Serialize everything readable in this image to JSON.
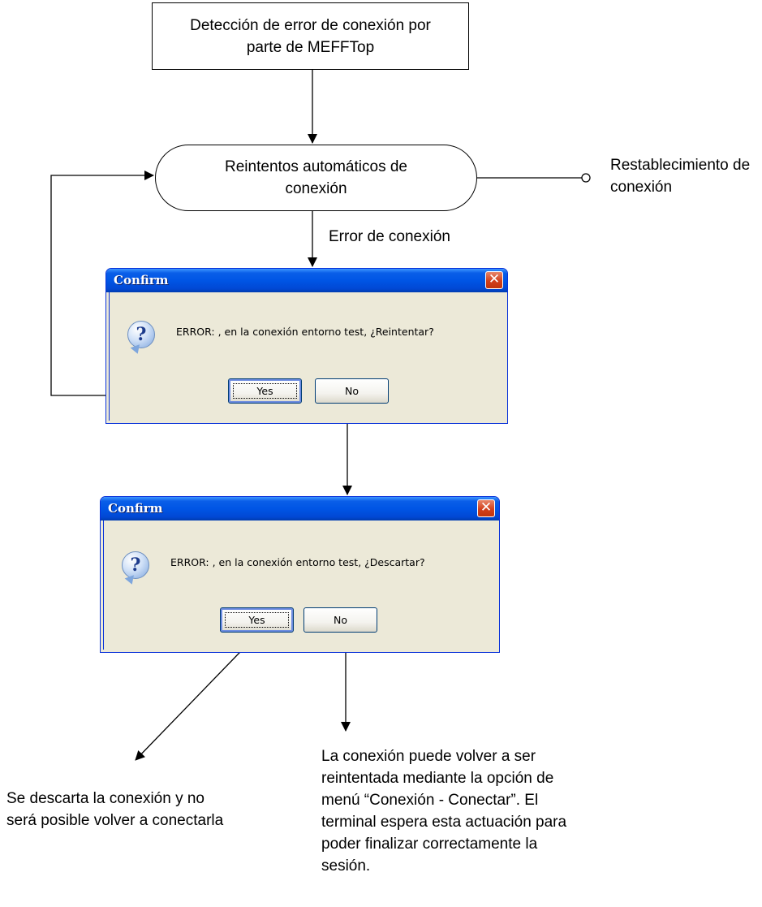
{
  "nodes": {
    "detection": "Detección de error de conexión por parte de MEFFTop",
    "retries": "Reintentos automáticos de conexión"
  },
  "labels": {
    "restore": "Restablecimiento de conexión",
    "conn_error": "Error de conexión"
  },
  "dialog1": {
    "title": "Confirm",
    "message": "ERROR: , en la conexión entorno test, ¿Reintentar?",
    "yes_label": "Yes",
    "no_label": "No",
    "icon": "question-icon"
  },
  "dialog2": {
    "title": "Confirm",
    "message": "ERROR: , en la conexión entorno test, ¿Descartar?",
    "yes_label": "Yes",
    "no_label": "No",
    "icon": "question-icon"
  },
  "notes": {
    "discard": "Se descarta la conexión y no será posible volver a conectarla",
    "retry_later": "La conexión puede volver a ser reintentada mediante la opción de menú “Conexión - Conectar”. El terminal espera esta actuación para poder finalizar correctamente la sesión."
  },
  "colors": {
    "titlebar": "#0055e5",
    "dialog_bg": "#ece9d8",
    "close_button": "#d2401c"
  }
}
